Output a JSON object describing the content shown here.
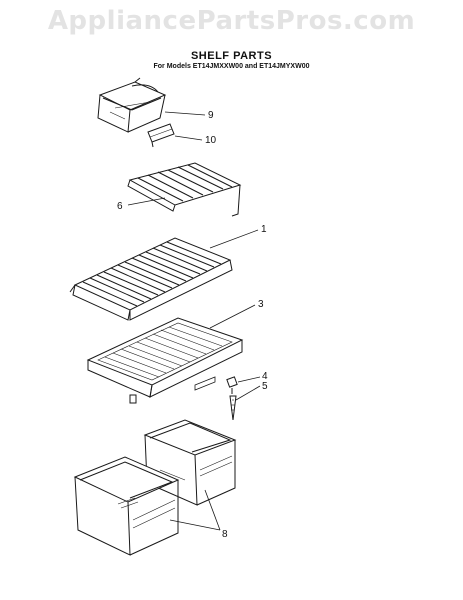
{
  "watermark": "AppliancePartsPros.com",
  "title": "SHELF PARTS",
  "subtitle": "For Models ET14JMXXW00 and ET14JMYXW00",
  "callouts": {
    "c9": "9",
    "c10": "10",
    "c6": "6",
    "c1": "1",
    "c3": "3",
    "c4": "4",
    "c5": "5",
    "c8": "8"
  },
  "colors": {
    "ink": "#1a1a1a",
    "watermark": "#e3e3e3"
  }
}
